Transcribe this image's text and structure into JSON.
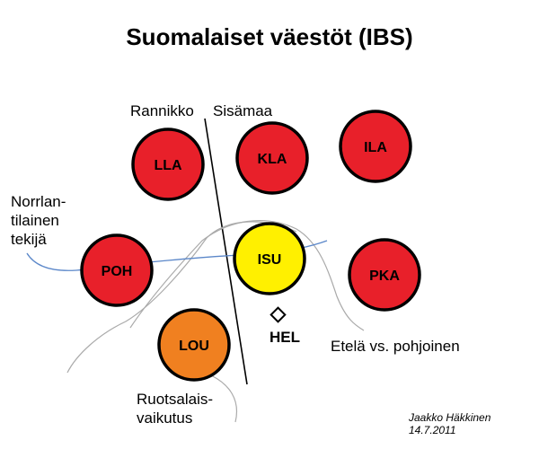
{
  "title": "Suomalaiset väestöt (IBS)",
  "labels": {
    "coast": "Rannikko",
    "inland": "Sisämaa",
    "norrland": "Norrlan-\ntilainen\ntekijä",
    "swedish": "Ruotsalais-\nvaikutus",
    "southnorth": "Etelä vs. pohjoinen",
    "hel": "HEL"
  },
  "populations": [
    {
      "id": "LLA",
      "color": "#e8202a"
    },
    {
      "id": "KLA",
      "color": "#e8202a"
    },
    {
      "id": "ILA",
      "color": "#e8202a"
    },
    {
      "id": "POH",
      "color": "#e8202a"
    },
    {
      "id": "ISU",
      "color": "#fff000"
    },
    {
      "id": "PKA",
      "color": "#e8202a"
    },
    {
      "id": "LOU",
      "color": "#f08020"
    }
  ],
  "credit": {
    "author": "Jaakko Häkkinen",
    "date": "14.7.2011"
  }
}
